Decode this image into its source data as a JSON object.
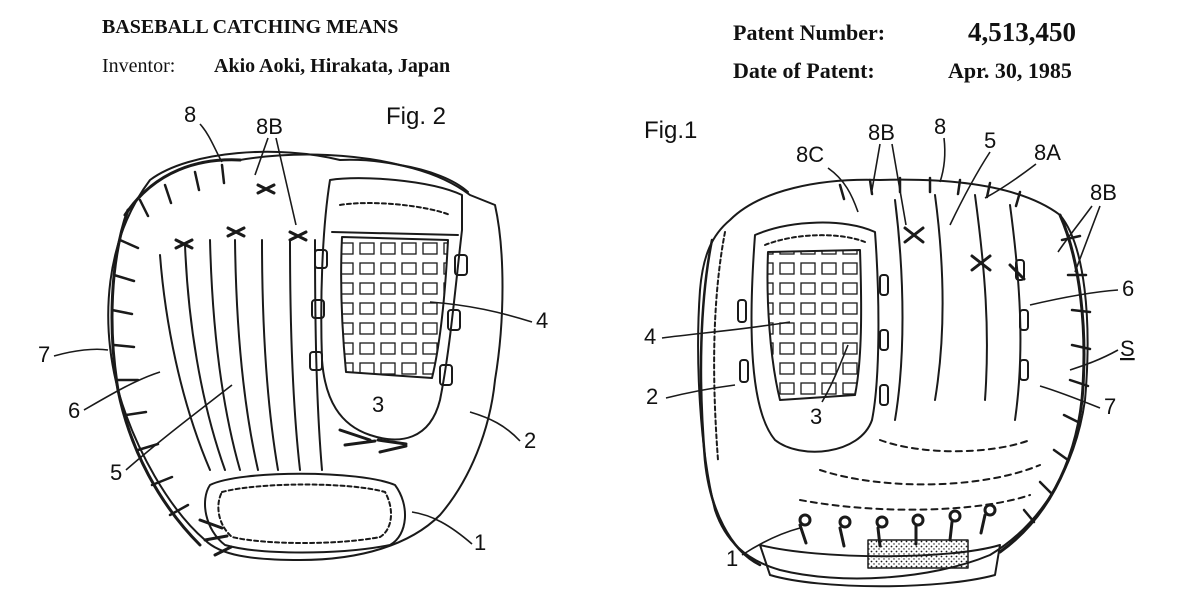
{
  "header": {
    "title": "BASEBALL CATCHING MEANS",
    "inventor_label": "Inventor:",
    "inventor_name": "Akio Aoki, Hirakata, Japan",
    "patent_number_label": "Patent Number:",
    "patent_number": "4,513,450",
    "date_label": "Date of Patent:",
    "date": "Apr. 30, 1985"
  },
  "fig2": {
    "caption": "Fig. 2",
    "labels": {
      "l8": "8",
      "l8b": "8B",
      "l4": "4",
      "l7": "7",
      "l6": "6",
      "l5": "5",
      "l3": "3",
      "l2": "2",
      "l1": "1"
    }
  },
  "fig1": {
    "caption": "Fig.1",
    "labels": {
      "l8c": "8C",
      "l8b": "8B",
      "l8": "8",
      "l5": "5",
      "l8a": "8A",
      "l8b2": "8B",
      "l6": "6",
      "l4": "4",
      "lS": "S",
      "l2": "2",
      "l3": "3",
      "l7": "7",
      "l1": "1"
    }
  },
  "colors": {
    "ink": "#1a1a1a",
    "paper": "#ffffff"
  }
}
